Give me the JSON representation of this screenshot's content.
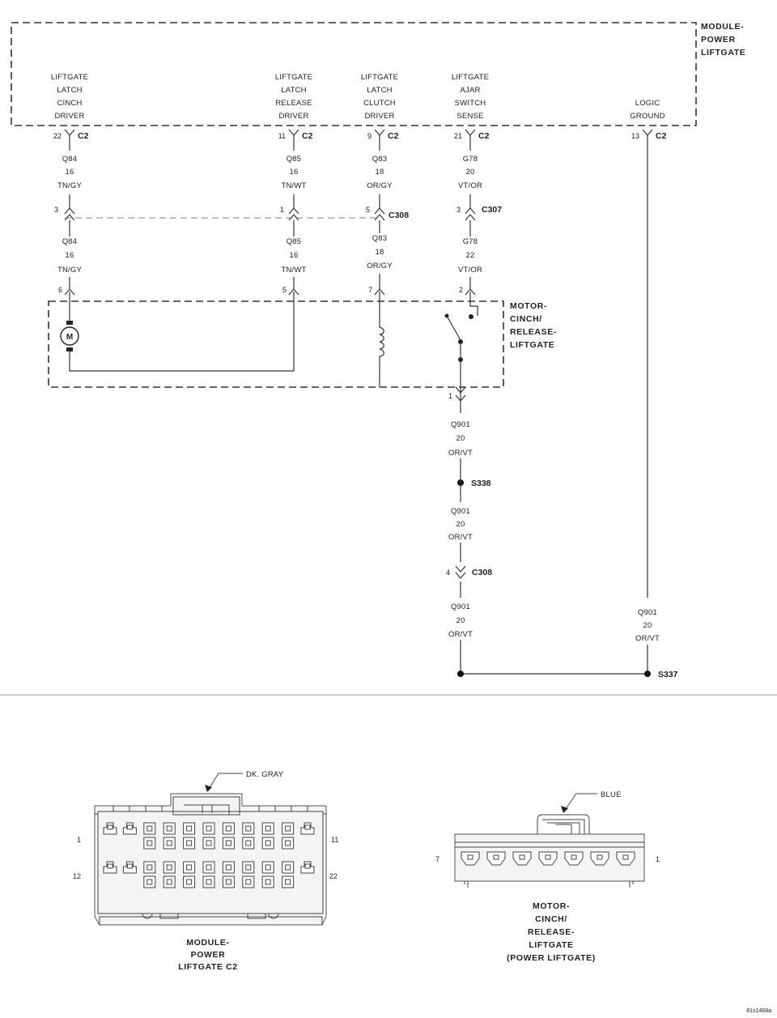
{
  "module": {
    "name_lines": [
      "MODULE-",
      "POWER",
      "LIFTGATE"
    ],
    "pins": [
      {
        "id": "cinch",
        "label": [
          "LIFTGATE",
          "LATCH",
          "CINCH",
          "DRIVER"
        ],
        "pin": "22",
        "conn": "C2"
      },
      {
        "id": "release",
        "label": [
          "LIFTGATE",
          "LATCH",
          "RELEASE",
          "DRIVER"
        ],
        "pin": "11",
        "conn": "C2"
      },
      {
        "id": "clutch",
        "label": [
          "LIFTGATE",
          "LATCH",
          "CLUTCH",
          "DRIVER"
        ],
        "pin": "9",
        "conn": "C2"
      },
      {
        "id": "ajar",
        "label": [
          "LIFTGATE",
          "AJAR",
          "SWITCH",
          "SENSE"
        ],
        "pin": "21",
        "conn": "C2"
      },
      {
        "id": "ground",
        "label": [
          "LOGIC",
          "GROUND"
        ],
        "pin": "13",
        "conn": "C2"
      }
    ]
  },
  "wires_upper": {
    "cinch": [
      "Q84",
      "16",
      "TN/GY"
    ],
    "release": [
      "Q85",
      "16",
      "TN/WT"
    ],
    "clutch": [
      "Q83",
      "18",
      "OR/GY"
    ],
    "ajar": [
      "G78",
      "20",
      "VT/OR"
    ]
  },
  "inline_connectors": {
    "c308_upper": {
      "name": "C308",
      "pins": {
        "cinch": "3",
        "release": "1",
        "clutch": "5"
      }
    },
    "c307": {
      "name": "C307",
      "pin": "3"
    }
  },
  "wires_lower": {
    "cinch": [
      "Q84",
      "16",
      "TN/GY"
    ],
    "release": [
      "Q85",
      "16",
      "TN/WT"
    ],
    "clutch": [
      "Q83",
      "18",
      "OR/GY"
    ],
    "ajar": [
      "G78",
      "22",
      "VT/OR"
    ]
  },
  "motor_component": {
    "name_lines": [
      "MOTOR-",
      "CINCH/",
      "RELEASE-",
      "LIFTGATE"
    ],
    "pins": {
      "cinch": "6",
      "release": "5",
      "clutch": "7",
      "ajar": "2",
      "out": "1"
    },
    "motor_letter": "M"
  },
  "ground_circuit": {
    "wire1": [
      "Q901",
      "20",
      "OR/VT"
    ],
    "splice1": "S338",
    "wire2": [
      "Q901",
      "20",
      "OR/VT"
    ],
    "c308_lower": {
      "name": "C308",
      "pin": "4"
    },
    "wire3": [
      "Q901",
      "20",
      "OR/VT"
    ],
    "module_wire": [
      "Q901",
      "20",
      "OR/VT"
    ],
    "splice2": "S337"
  },
  "connector_views": {
    "c2": {
      "color_label": "DK. GRAY",
      "pin_labels": {
        "top_left": "1",
        "top_right": "11",
        "bottom_left": "12",
        "bottom_right": "22"
      },
      "caption": [
        "MODULE-",
        "POWER",
        "LIFTGATE C2"
      ]
    },
    "motor": {
      "color_label": "BLUE",
      "pin_labels": {
        "left": "7",
        "right": "1"
      },
      "caption": [
        "MOTOR-",
        "CINCH/",
        "RELEASE-",
        "LIFTGATE",
        "(POWER LIFTGATE)"
      ]
    }
  },
  "figure_ref": "81s1468a"
}
